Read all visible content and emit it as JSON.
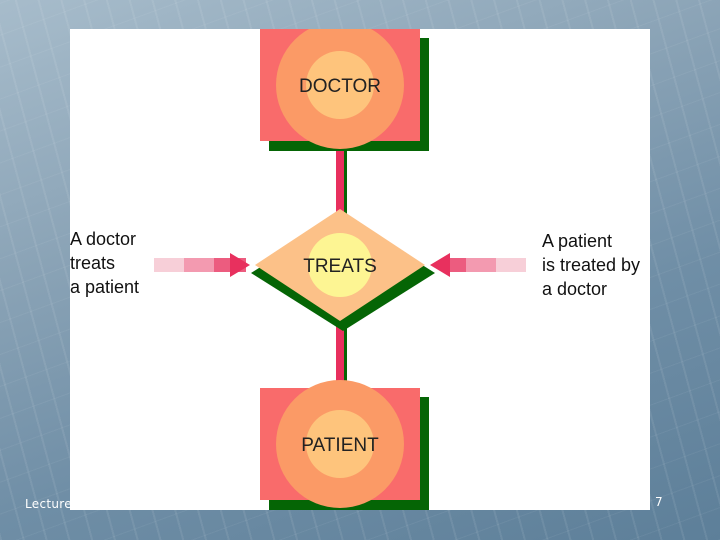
{
  "diagram": {
    "entity_top": "DOCTOR",
    "relationship": "TREATS",
    "entity_bottom": "PATIENT",
    "left_note": "A doctor\ntreats\na patient",
    "right_note": "A patient\nis treated by\na doctor"
  },
  "footer": {
    "left": "Lecture",
    "page_number": "7"
  },
  "colors": {
    "box": "#f96b6b",
    "ring": "#fb9a66",
    "core": "#fec47c",
    "shadow": "#056505",
    "diamond": "#fcc188",
    "diamond_core": "#fdf593",
    "connector": "#e8305e"
  }
}
